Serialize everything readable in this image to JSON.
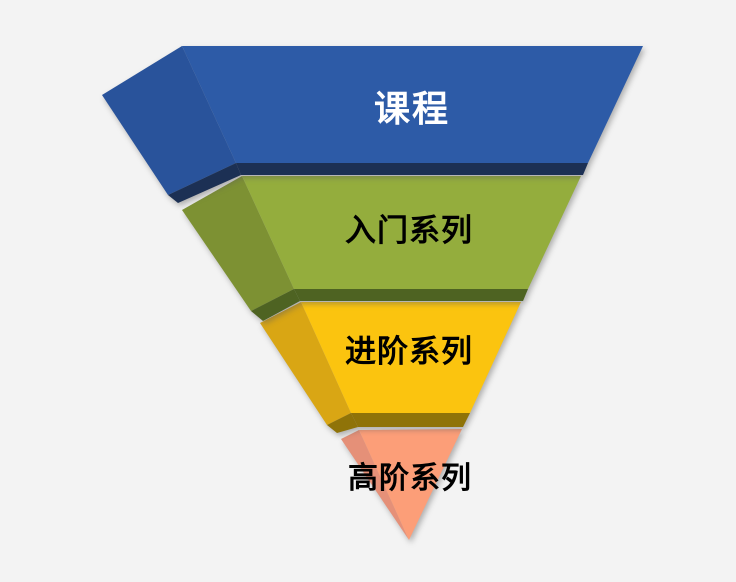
{
  "background_color": "#F3F3F3",
  "diagram": {
    "kind_label": "inverted-pyramid-funnel",
    "levels": [
      {
        "label": "课程",
        "text_color": "#FFFFFF",
        "front_color": "#2D5BA7",
        "side_color": "#29539B",
        "edge_color": "#1C3054"
      },
      {
        "label": "入门系列",
        "text_color": "#000000",
        "front_color": "#94AD3D",
        "side_color": "#7D9133",
        "edge_color": "#4E6322"
      },
      {
        "label": "进阶系列",
        "text_color": "#000000",
        "front_color": "#FBC40F",
        "side_color": "#D9A614",
        "edge_color": "#8F7308"
      },
      {
        "label": "高阶系列",
        "text_color": "#000000",
        "front_color": "#FC9E78",
        "side_color": "#E59078",
        "edge_color": "#E59078"
      }
    ]
  }
}
